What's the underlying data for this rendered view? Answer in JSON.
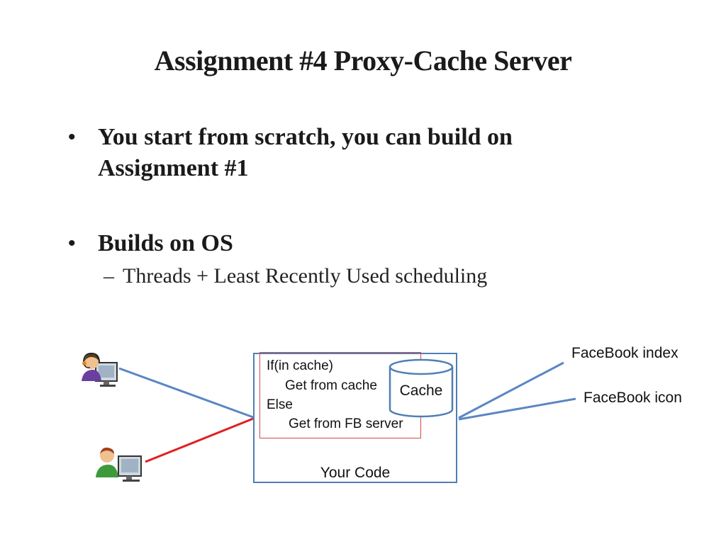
{
  "slide": {
    "title": "Assignment #4 Proxy-Cache Server",
    "bullets": [
      {
        "marker": "•",
        "text": "You start from scratch, you can build on Assignment #1"
      },
      {
        "marker": "•",
        "text": "Builds on OS"
      }
    ],
    "sub_bullet": {
      "marker": "–",
      "text": "Threads + Least Recently Used scheduling"
    }
  },
  "diagram": {
    "logic_lines": [
      "If(in cache)",
      "Get from cache",
      "Else",
      "Get from FB server"
    ],
    "cache_label": "Cache",
    "your_code_label": "Your Code",
    "fb_index_label": "FaceBook index",
    "fb_icon_label": "FaceBook icon",
    "colors": {
      "box_border": "#4f7fb4",
      "logic_border": "#d04a4a",
      "client1_line": "#5b86c4",
      "client2_line": "#e02020",
      "server_lines": "#5b86c4",
      "cache_stroke": "#4f7fb4"
    },
    "icons": [
      "user-headset-computer-icon",
      "user-computer-icon"
    ]
  }
}
